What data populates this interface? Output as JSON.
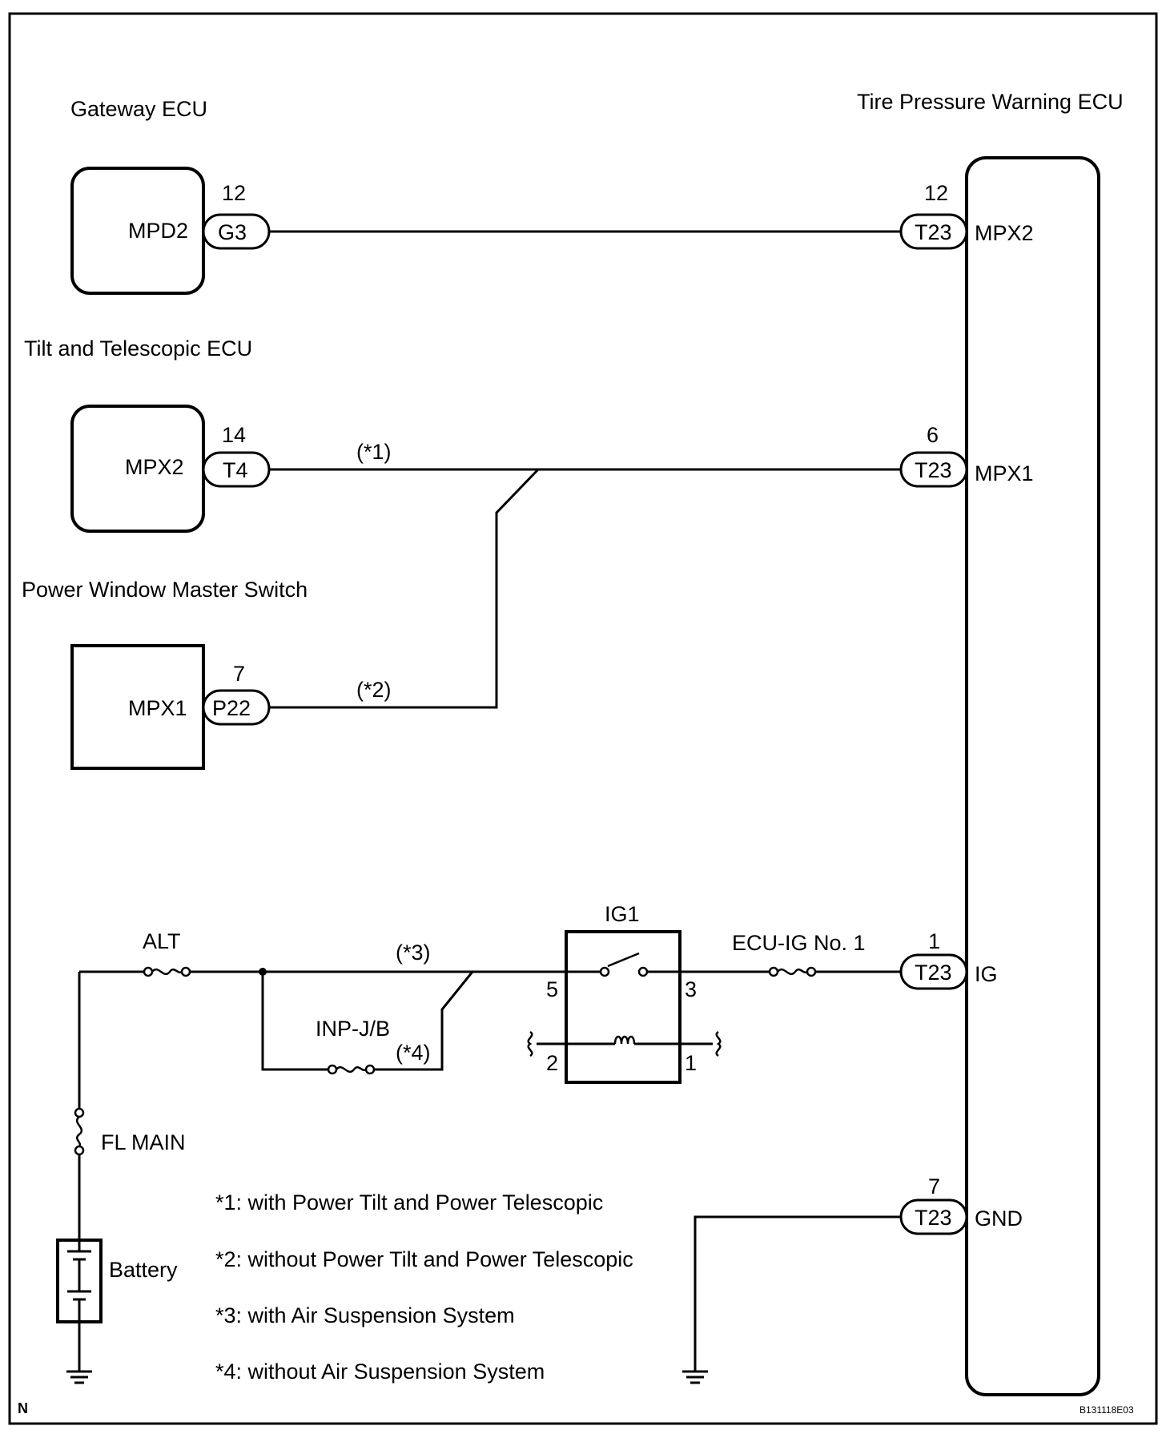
{
  "diagram_id": "B131118E03",
  "corner_mark": "N",
  "components": {
    "gateway_ecu": {
      "title": "Gateway ECU",
      "terminal": "MPD2",
      "pin": "12",
      "connector": "G3"
    },
    "tilt_ecu": {
      "title": "Tilt and Telescopic ECU",
      "terminal": "MPX2",
      "pin": "14",
      "connector": "T4"
    },
    "pw_switch": {
      "title": "Power Window Master Switch",
      "terminal": "MPX1",
      "pin": "7",
      "connector": "P22"
    },
    "tpw_ecu": {
      "title": "Tire Pressure Warning ECU",
      "terminals": [
        {
          "name": "MPX2",
          "pin": "12",
          "connector": "T23"
        },
        {
          "name": "MPX1",
          "pin": "6",
          "connector": "T23"
        },
        {
          "name": "IG",
          "pin": "1",
          "connector": "T23"
        },
        {
          "name": "GND",
          "pin": "7",
          "connector": "T23"
        }
      ]
    }
  },
  "wire_notes": {
    "n1": "(*1)",
    "n2": "(*2)",
    "n3": "(*3)",
    "n4": "(*4)"
  },
  "fuses": {
    "alt": "ALT",
    "inp_jb": "INP-J/B",
    "ecu_ig": "ECU-IG No. 1",
    "fl_main": "FL MAIN"
  },
  "relay": {
    "name": "IG1",
    "pins": {
      "p5": "5",
      "p3": "3",
      "p2": "2",
      "p1": "1"
    }
  },
  "battery": "Battery",
  "notes": [
    "*1: with Power Tilt and Power Telescopic",
    "*2: without Power Tilt and Power Telescopic",
    "*3: with Air Suspension System",
    "*4: without Air Suspension System"
  ]
}
